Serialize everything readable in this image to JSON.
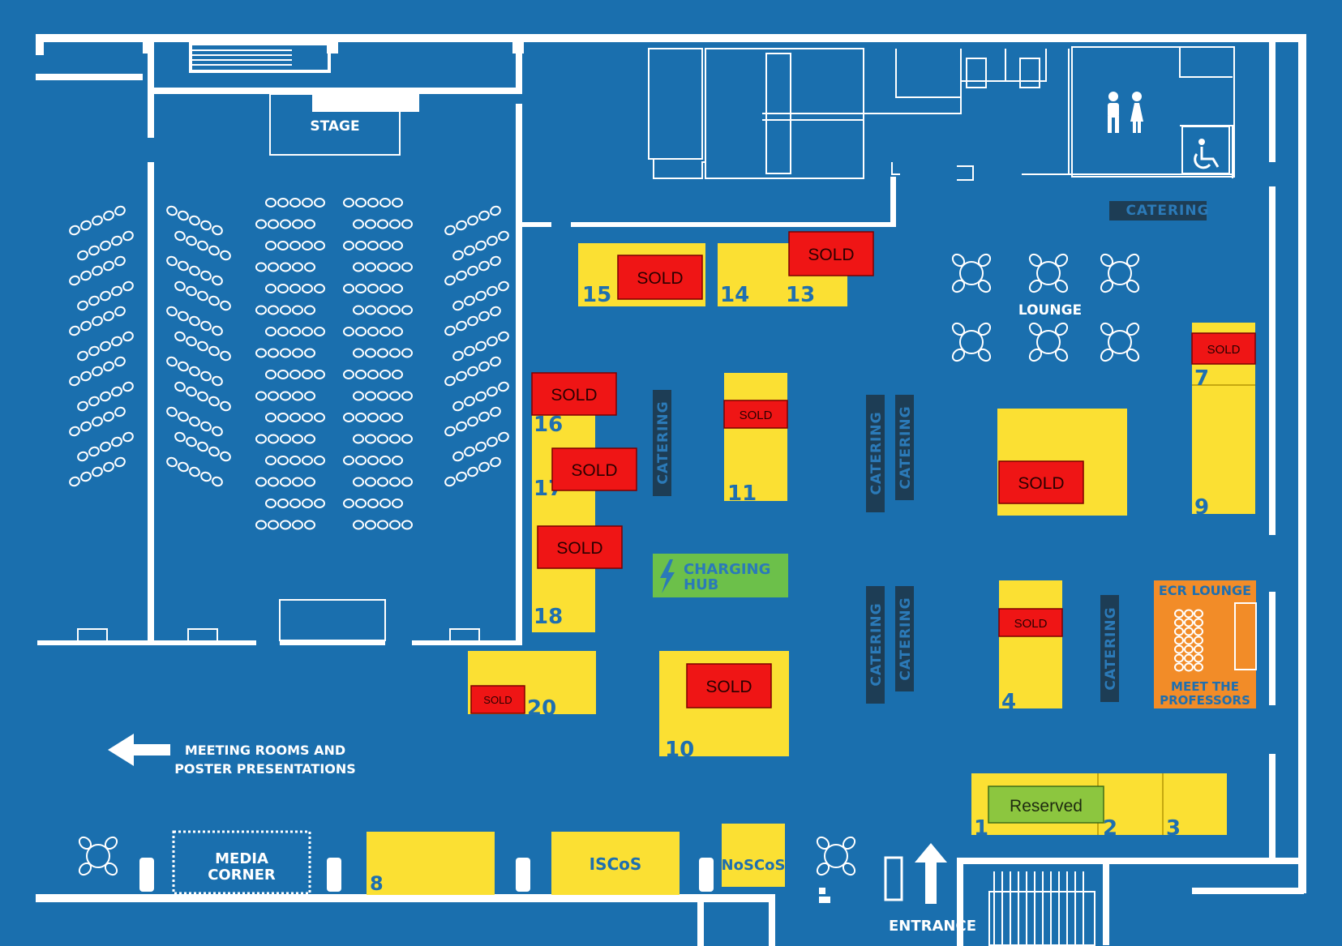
{
  "colors": {
    "background": "#1a6fae",
    "wall": "#ffffff",
    "booth": "#fbe033",
    "sold": "#ef1515",
    "catering": "#1d3d55",
    "charging": "#6cc04a",
    "ecr": "#f28c28",
    "reserved": "#8cc63f"
  },
  "labels": {
    "stage": "STAGE",
    "lounge": "LOUNGE",
    "catering": "CATERING",
    "charging_line1": "CHARGING",
    "charging_line2": "HUB",
    "meeting_line1": "MEETING ROOMS AND",
    "meeting_line2": "POSTER PRESENTATIONS",
    "media_line1": "MEDIA",
    "media_line2": "CORNER",
    "entrance": "ENTRANCE",
    "ecr_title": "ECR LOUNGE",
    "ecr_sub1": "MEET THE",
    "ecr_sub2": "PROFESSORS",
    "reserved": "Reserved",
    "iscos": "ISCoS",
    "noscos": "NoSCoS",
    "sold": "SOLD"
  },
  "booths": {
    "b15": "15",
    "b14": "14",
    "b13": "13",
    "b16": "16",
    "b17": "17",
    "b18": "18",
    "b11": "11",
    "b20": "20",
    "b10": "10",
    "b7": "7",
    "b9": "9",
    "b4": "4",
    "b1": "1",
    "b2": "2",
    "b3": "3",
    "b8": "8"
  },
  "icons": [
    "restroom-icon",
    "wheelchair-icon",
    "arrow-left-icon",
    "arrow-up-icon",
    "charging-bolt-icon"
  ]
}
